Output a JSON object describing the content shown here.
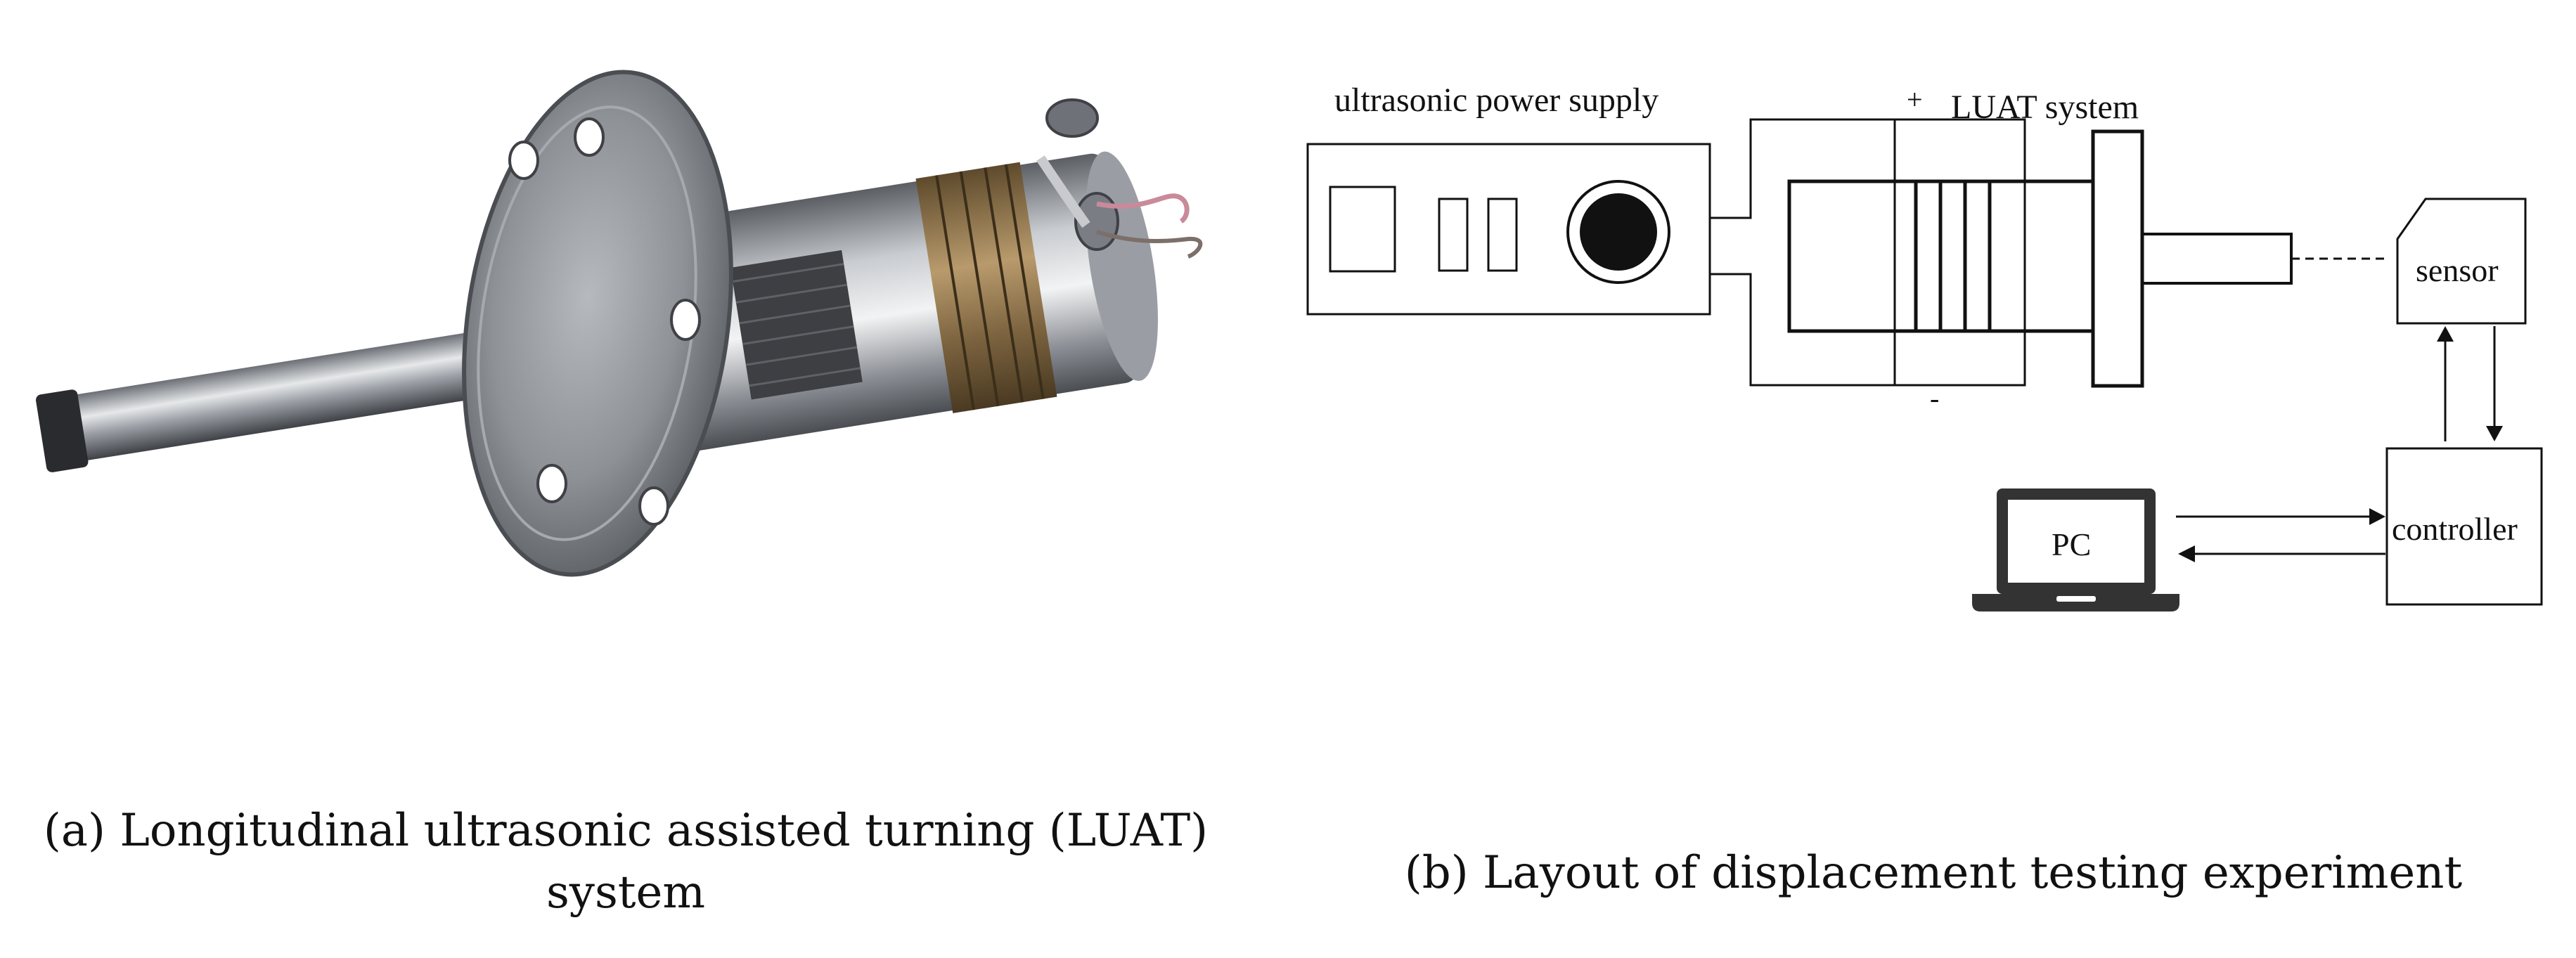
{
  "panel_a": {
    "caption_line1": "(a) Longitudinal ultrasonic assisted turning (LUAT)",
    "caption_line2": "system"
  },
  "panel_b": {
    "caption": "(b) Layout of displacement testing experiment",
    "labels": {
      "power_supply": "ultrasonic power supply",
      "luat_system": "LUAT system",
      "plus": "+",
      "minus": "-",
      "sensor": "sensor",
      "controller": "controller",
      "pc": "PC"
    }
  },
  "colors": {
    "line": "#111111",
    "steel_dark": "#4a4d52",
    "steel_light": "#d9dbde",
    "copper": "#8a6a3c"
  }
}
